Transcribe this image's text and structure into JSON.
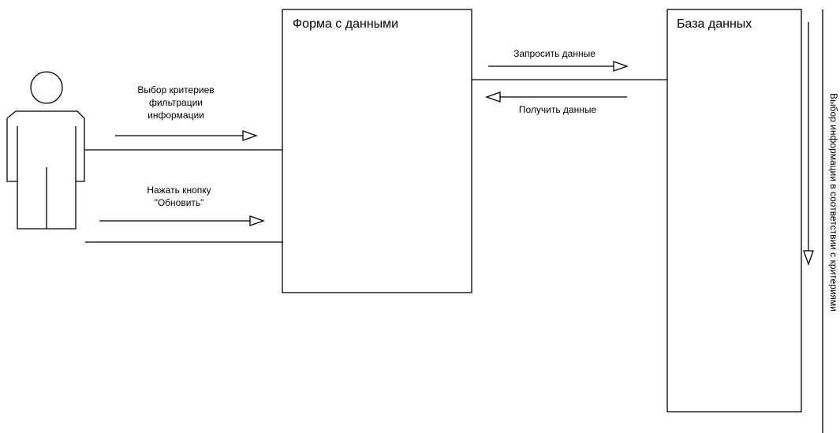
{
  "actor": {
    "icon": "actor-icon"
  },
  "form_box": {
    "title": "Форма с данными"
  },
  "db_box": {
    "title": "База данных"
  },
  "messages": {
    "select_criteria": {
      "line1": "Выбор критериев",
      "line2": "фильтрации",
      "line3": "информации"
    },
    "press_refresh": {
      "line1": "Нажать кнопку",
      "line2": "\"Обновить\""
    },
    "request_data": "Запросить данные",
    "receive_data": "Получить данные",
    "select_info": "Выбор информации в соответствии с критериями"
  }
}
